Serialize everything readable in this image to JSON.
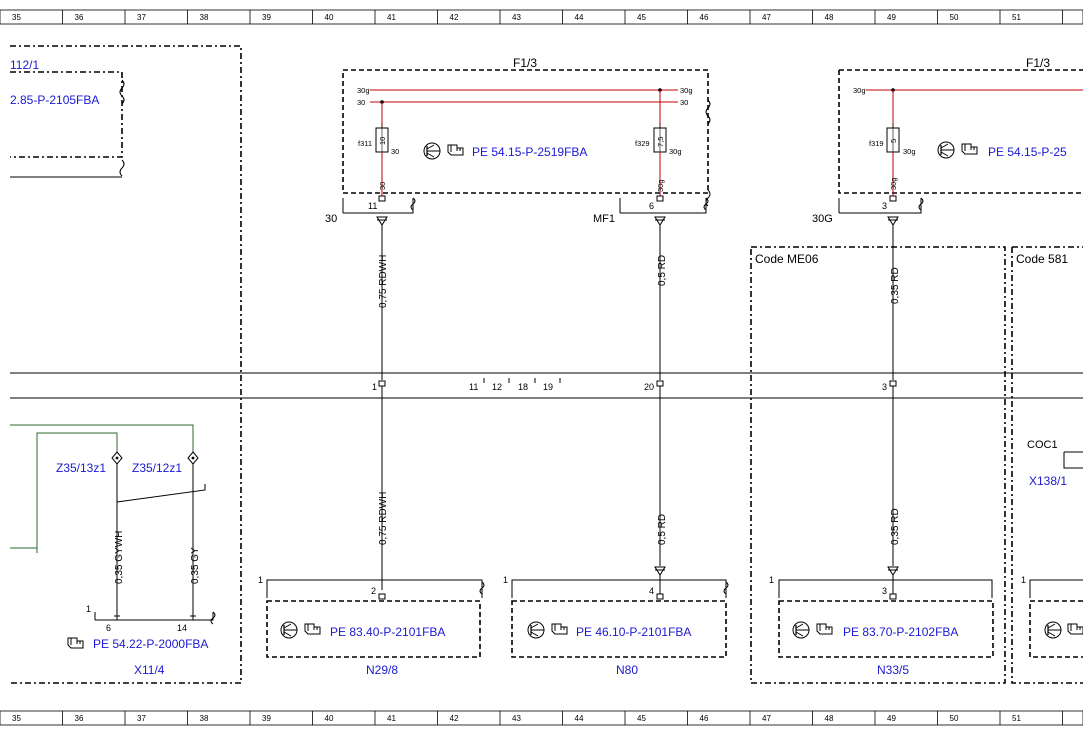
{
  "ruler": {
    "numbers": [
      "35",
      "36",
      "37",
      "38",
      "39",
      "40",
      "41",
      "42",
      "43",
      "44",
      "45",
      "46",
      "47",
      "48",
      "49",
      "50",
      "51"
    ]
  },
  "left_block": {
    "label_top": "112/1",
    "ref": "2.85-P-2105FBA",
    "connectors": {
      "z1": "Z35/13z1",
      "z2": "Z35/12z1",
      "wire1": "0,35 GYWH",
      "wire2": "0,35 GY",
      "pin_a": "6",
      "pin_b": "14",
      "pin_one": "1",
      "ref": "PE 54.22-P-2000FBA",
      "name": "X11/4"
    }
  },
  "fuse_box_1": {
    "title": "F1/3",
    "bus_30g": "30g",
    "bus_30": "30",
    "fuse_a": {
      "id": "f311",
      "rating": "10",
      "terminal": "30",
      "pin": "11",
      "out": "30"
    },
    "fuse_b": {
      "id": "f329",
      "rating": "7,5",
      "terminal": "30g",
      "pin": "6",
      "out": "MF1"
    },
    "ref": "PE 54.15-P-2519FBA",
    "wire_a_top": "0,75 RDWH",
    "wire_b_top": "0,5 RD"
  },
  "fuse_box_2": {
    "title": "F1/3",
    "bus_30g": "30g",
    "fuse": {
      "id": "f319",
      "rating": "5",
      "terminal": "30g",
      "pin": "3",
      "out": "30G"
    },
    "ref": "PE 54.15-P-25",
    "wire_top": "0,35 RD"
  },
  "code_boxes": {
    "code1": "Code ME06",
    "code2": "Code 581"
  },
  "harness": {
    "pins": {
      "p1": "1",
      "p11": "11",
      "p12": "12",
      "p18": "18",
      "p19": "19",
      "p20": "20",
      "p3": "3"
    }
  },
  "components": {
    "n29": {
      "name": "N29/8",
      "ref": "PE 83.40-P-2101FBA",
      "wire": "0,75 RDWH",
      "pin": "2",
      "one": "1"
    },
    "n80": {
      "name": "N80",
      "ref": "PE 46.10-P-2101FBA",
      "wire": "0,5 RD",
      "pin": "4",
      "one": "1"
    },
    "n33": {
      "name": "N33/5",
      "ref": "PE 83.70-P-2102FBA",
      "wire": "0,35 RD",
      "pin": "3",
      "one": "1"
    },
    "right": {
      "coc": "COC1",
      "name": "X138/1",
      "one": "1"
    }
  },
  "colors": {
    "link": "#1a1ad2",
    "wire_red": "#c0000a",
    "wire_green": "#2e6b2e"
  }
}
